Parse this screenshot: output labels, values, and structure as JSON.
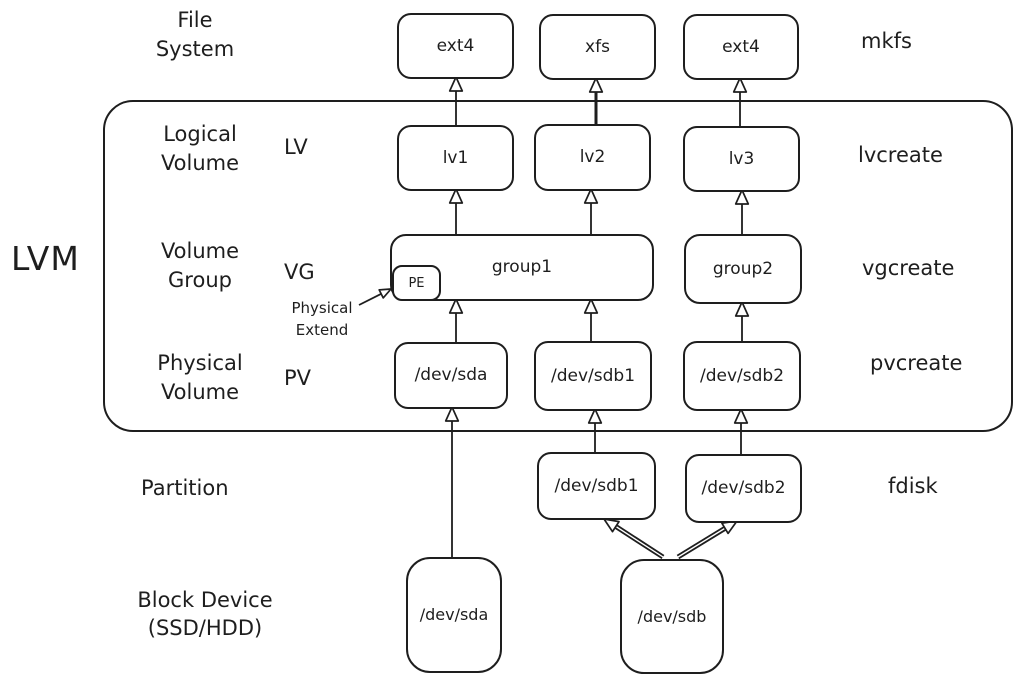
{
  "colors": {
    "stroke": "#1e1e1e",
    "background": "#ffffff"
  },
  "lvm": {
    "label": "LVM"
  },
  "layer_labels": {
    "file_system": {
      "line1": "File",
      "line2": "System"
    },
    "logical_volume": {
      "line1": "Logical",
      "line2": "Volume",
      "abbr": "LV"
    },
    "volume_group": {
      "line1": "Volume",
      "line2": "Group",
      "abbr": "VG"
    },
    "physical_volume": {
      "line1": "Physical",
      "line2": "Volume",
      "abbr": "PV"
    },
    "partition": {
      "line1": "Partition"
    },
    "block_device": {
      "line1": "Block Device",
      "line2": "(SSD/HDD)"
    }
  },
  "commands": {
    "mkfs": "mkfs",
    "lvcreate": "lvcreate",
    "vgcreate": "vgcreate",
    "pvcreate": "pvcreate",
    "fdisk": "fdisk"
  },
  "nodes": {
    "fs1": "ext4",
    "fs2": "xfs",
    "fs3": "ext4",
    "lv1": "lv1",
    "lv2": "lv2",
    "lv3": "lv3",
    "group1": "group1",
    "group2": "group2",
    "pe": "PE",
    "pv_sda": "/dev/sda",
    "pv_sdb1": "/dev/sdb1",
    "pv_sdb2": "/dev/sdb2",
    "part_sdb1": "/dev/sdb1",
    "part_sdb2": "/dev/sdb2",
    "bd_sda": "/dev/sda",
    "bd_sdb": "/dev/sdb"
  },
  "annotations": {
    "physical_extend": {
      "line1": "Physical",
      "line2": "Extend"
    }
  },
  "edges": [
    {
      "from": "lv1",
      "to": "ext4"
    },
    {
      "from": "lv2",
      "to": "xfs"
    },
    {
      "from": "lv3",
      "to": "ext4"
    },
    {
      "from": "group1",
      "to": "lv1"
    },
    {
      "from": "group1",
      "to": "lv2"
    },
    {
      "from": "group2",
      "to": "lv3"
    },
    {
      "from": "pv /dev/sda",
      "to": "group1"
    },
    {
      "from": "pv /dev/sdb1",
      "to": "group1"
    },
    {
      "from": "pv /dev/sdb2",
      "to": "group2"
    },
    {
      "from": "block-device /dev/sda",
      "to": "pv /dev/sda"
    },
    {
      "from": "partition /dev/sdb1",
      "to": "pv /dev/sdb1"
    },
    {
      "from": "partition /dev/sdb2",
      "to": "pv /dev/sdb2"
    },
    {
      "from": "block-device /dev/sdb",
      "to": "partition /dev/sdb1"
    },
    {
      "from": "block-device /dev/sdb",
      "to": "partition /dev/sdb2"
    },
    {
      "from": "Physical Extend label",
      "to": "PE"
    }
  ]
}
